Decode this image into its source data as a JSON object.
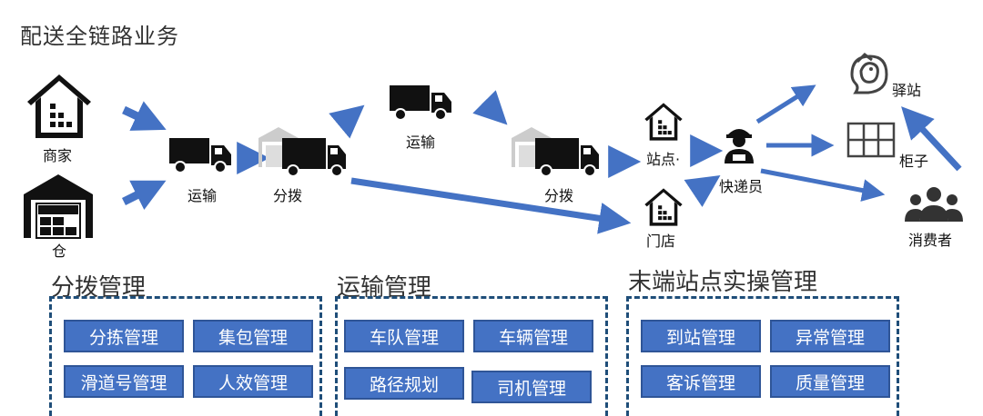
{
  "title": "配送全链路业务",
  "nodes": {
    "merchant": "商家",
    "warehouse": "仓",
    "transport1": "运输",
    "sort1": "分拨",
    "transport2": "运输",
    "sort2": "分拨",
    "station": "站点·",
    "store": "门店",
    "courier": "快递员",
    "post": "驿站",
    "locker": "柜子",
    "consumer": "消费者"
  },
  "sections": [
    {
      "title": "分拨管理",
      "buttons": [
        "分拣管理",
        "集包管理",
        "滑道号管理",
        "人效管理"
      ]
    },
    {
      "title": "运输管理",
      "buttons": [
        "车队管理",
        "车辆管理",
        "路径规划",
        "司机管理"
      ]
    },
    {
      "title": "末端站点实操管理",
      "buttons": [
        "到站管理",
        "异常管理",
        "客诉管理",
        "质量管理"
      ]
    }
  ],
  "colors": {
    "accent": "#4472c4",
    "arrow": "#4472c4",
    "dash": "#1f4e79"
  }
}
